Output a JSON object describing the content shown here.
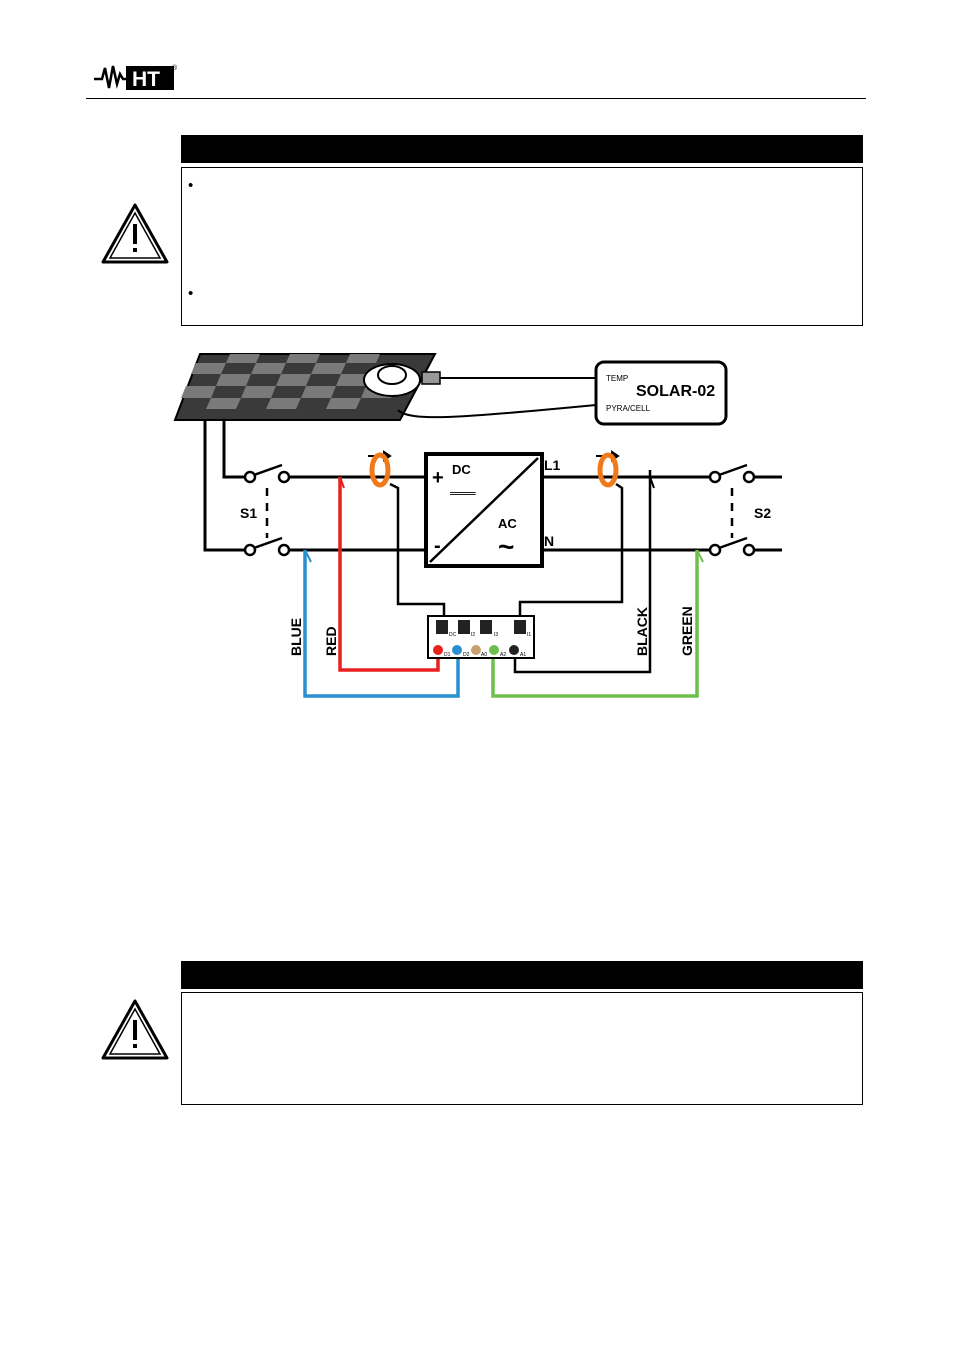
{
  "header": {
    "brand": "HT",
    "brand_mark": "®"
  },
  "warning_1": {
    "bullets": [
      "",
      ""
    ]
  },
  "diagram": {
    "device": {
      "title": "SOLAR-02",
      "label_top": "TEMP",
      "label_bottom": "PYRA/CELL"
    },
    "switch_left": "S1",
    "switch_right": "S2",
    "converter": {
      "dc": "DC",
      "ac": "AC",
      "plus": "+",
      "minus": "-",
      "dc_symbol": "═══",
      "ac_symbol": "~"
    },
    "line_l1": "L1",
    "line_n": "N",
    "wires": {
      "blue": "BLUE",
      "red": "RED",
      "black": "BLACK",
      "green": "GREEN"
    },
    "terminal_top": [
      "DC",
      "I2",
      "I3",
      "I1"
    ],
    "terminal_bottom": [
      "D1",
      "D2",
      "A0",
      "A2",
      "A1"
    ],
    "colors": {
      "red": "#e8201e",
      "blue": "#2a8fd0",
      "green": "#6cc04a",
      "orange": "#f07a1a",
      "black": "#000000"
    }
  }
}
